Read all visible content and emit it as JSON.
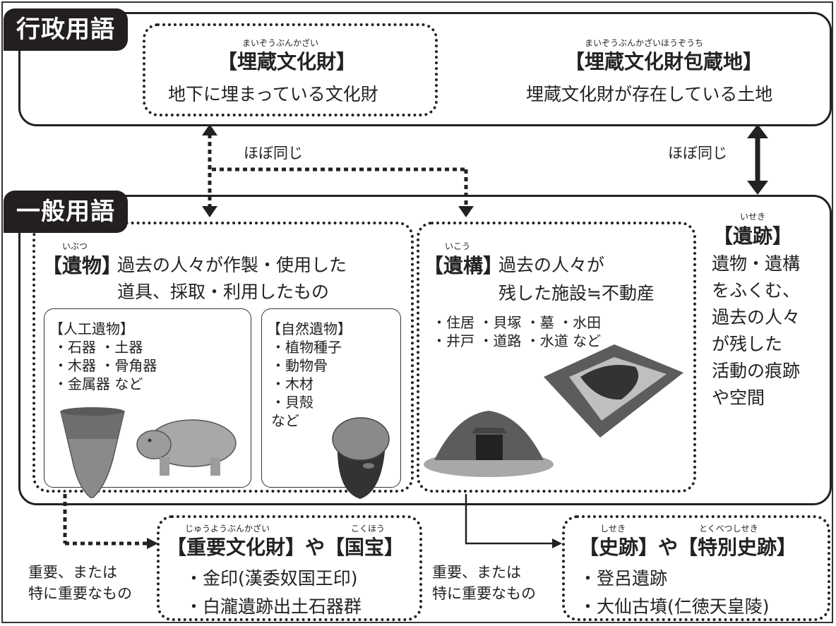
{
  "admin": {
    "tag": "行政用語",
    "term1": {
      "ruby": "まいぞうぶんかざい",
      "title": "【埋蔵文化財】",
      "desc": "地下に埋まっている文化財"
    },
    "term2": {
      "ruby": "まいぞうぶんかざいほうぞうち",
      "title": "【埋蔵文化財包蔵地】",
      "desc": "埋蔵文化財が存在している土地"
    }
  },
  "links": {
    "same_left": "ほぼ同じ",
    "same_right": "ほぼ同じ"
  },
  "general": {
    "tag": "一般用語",
    "ibutsu": {
      "ruby": "いぶつ",
      "title": "【遺物】",
      "desc1": "過去の人々が作製・使用した",
      "desc2": "道具、採取・利用したもの",
      "artificial": {
        "title": "【人工遺物】",
        "lines": [
          "・石器 ・土器",
          "・木器 ・骨角器",
          "・金属器 など"
        ]
      },
      "natural": {
        "title": "【自然遺物】",
        "lines": [
          "・植物種子",
          "・動物骨",
          "・木材",
          "・貝殻",
          "など"
        ]
      }
    },
    "ikou": {
      "ruby": "いこう",
      "title": "【遺構】",
      "desc1": "過去の人々が",
      "desc2": "残した施設≒不動産",
      "lines": [
        "・住居 ・貝塚 ・墓 ・水田",
        "・井戸 ・道路 ・水道 など"
      ]
    },
    "iseki": {
      "ruby": "いせき",
      "title": "【遺跡】",
      "lines": [
        "遺物・遺構",
        "をふくむ、",
        "過去の人々",
        "が残した",
        "活動の痕跡",
        "や空間"
      ]
    }
  },
  "bottom": {
    "important_left": [
      "重要、または",
      "特に重要なもの"
    ],
    "important_right": [
      "重要、または",
      "特に重要なもの"
    ],
    "treasure": {
      "ruby1": "じゅうようぶんかざい",
      "ruby2": "こくほう",
      "title": "【重要文化財】や【国宝】",
      "items": [
        "・金印(漢委奴国王印)",
        "・白瀧遺跡出土石器群"
      ]
    },
    "historic": {
      "ruby1": "しせき",
      "ruby2": "とくべつしせき",
      "title": "【史跡】や【特別史跡】",
      "items": [
        "・登呂遺跡",
        "・大仙古墳(仁徳天皇陵)"
      ]
    }
  }
}
